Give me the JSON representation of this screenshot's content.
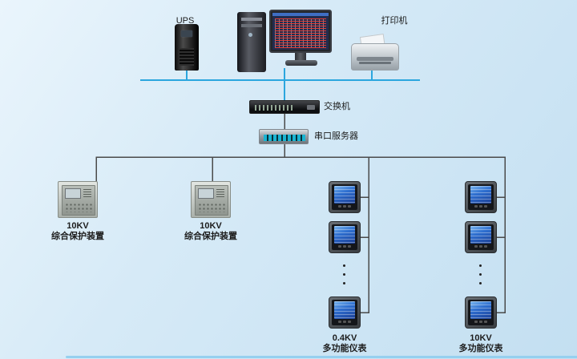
{
  "diagram": {
    "type": "network-topology",
    "colors": {
      "bus_line": "#2BA6DE",
      "wire_line": "#4A4A4A",
      "background": "#CFE6F4"
    },
    "top_devices": {
      "ups": {
        "label": "UPS"
      },
      "printer": {
        "label": "打印机"
      }
    },
    "network": {
      "switch": {
        "label": "交换机"
      },
      "serial_server": {
        "label": "串口服务器"
      }
    },
    "protection_devices": [
      {
        "voltage": "10KV",
        "name": "综合保护装置"
      },
      {
        "voltage": "10KV",
        "name": "综合保护装置"
      }
    ],
    "meter_columns": [
      {
        "voltage": "0.4KV",
        "name": "多功能仪表",
        "visible_meters": 3,
        "continuation_dots": true
      },
      {
        "voltage": "10KV",
        "name": "多功能仪表",
        "visible_meters": 3,
        "continuation_dots": true
      }
    ]
  }
}
